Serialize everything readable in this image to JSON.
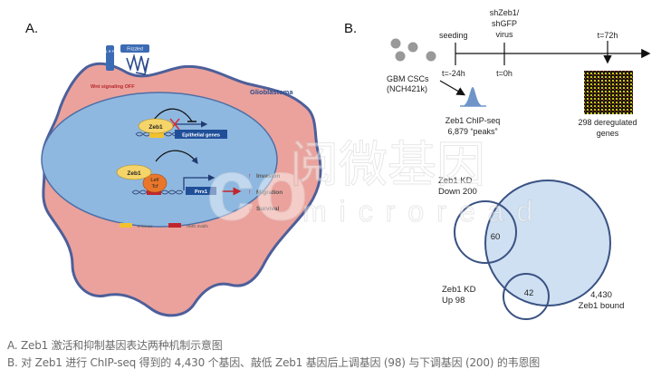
{
  "panel_a": {
    "label": "A.",
    "receptor_lrp": "L R P",
    "receptor_frizzled": "Frizzled",
    "wnt_status": "Wnt signaling OFF",
    "cell_type": "Glioblastoma",
    "repression": {
      "factor": "Zeb1",
      "target": "Epithelial genes"
    },
    "activation": {
      "factor": "Zeb1",
      "cofactor_line1": "Lef/",
      "cofactor_line2": "Tcf",
      "target": "Prrx1"
    },
    "outcomes": [
      {
        "arrow": "↑",
        "label": "Invasion"
      },
      {
        "arrow": "↑",
        "label": "Migration"
      },
      {
        "arrow": "↓",
        "label": "Survival"
      }
    ],
    "legend": [
      {
        "label": "E-boxes",
        "color": "#f2c12e"
      },
      {
        "label": "HMG motifs",
        "color": "#c0272d"
      }
    ],
    "colors": {
      "cytoplasm": "#eba29c",
      "membrane": "#4d5f9a",
      "nucleus": "#8fb8e0",
      "zeb1": "#f5d46a",
      "lef_tcf": "#e9762b",
      "gene_box": "#1f4f99",
      "inhibit_x": "#d0303a"
    }
  },
  "panel_b": {
    "label": "B.",
    "cells_label_line1": "GBM CSCs",
    "cells_label_line2": "(NCH421k)",
    "timeline": [
      {
        "top": "seeding",
        "bottom": "t=-24h"
      },
      {
        "top_line1": "shZeb1/",
        "top_line2": "shGFP",
        "top_line3": "virus",
        "bottom": "t=0h"
      },
      {
        "top": "t=72h"
      }
    ],
    "chip_line1": "Zeb1 ChIP-seq",
    "chip_line2": "6,879 “peaks”",
    "array_line1": "298 deregulated",
    "array_line2": "genes",
    "venn": {
      "down_line1": "Zeb1 KD",
      "down_line2": "Down 200",
      "down_overlap": "60",
      "up_line1": "Zeb1 KD",
      "up_line2": "Up 98",
      "up_overlap": "42",
      "bound_line1": "4,430",
      "bound_line2": "Zeb1 bound",
      "colors": {
        "fill": "#cfe0f2",
        "stroke": "#3a5283"
      }
    }
  },
  "watermark": {
    "text_cn": "阅微基因",
    "text_en": "microread"
  },
  "captions": {
    "a": "A. Zeb1 激活和抑制基因表达两种机制示意图",
    "b": "B. 对 Zeb1 进行 ChIP-seq 得到的 4,430 个基因、敲低 Zeb1 基因后上调基因 (98) 与下调基因 (200) 的韦恩图"
  }
}
